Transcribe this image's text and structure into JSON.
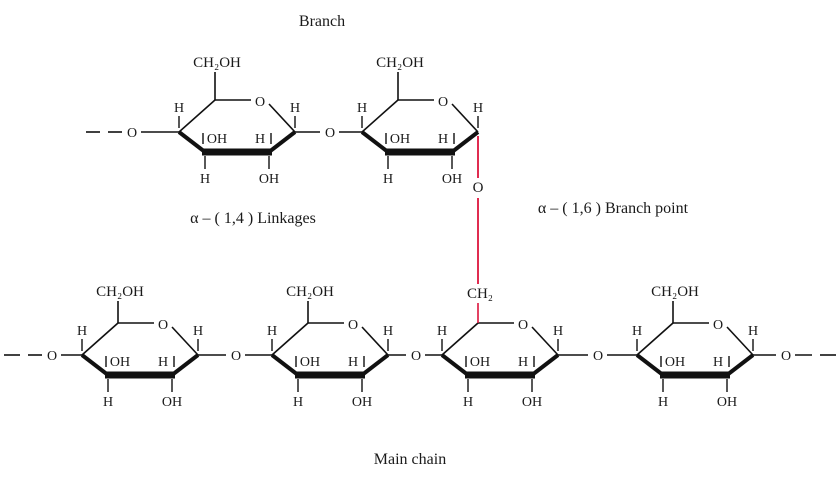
{
  "labels": {
    "branch": "Branch",
    "main_chain": "Main chain",
    "linkages_14": "α – ( 1,4 ) Linkages",
    "branch_point_16": "α – ( 1,6 ) Branch point"
  },
  "atoms": {
    "ch2oh": "CH₂OH",
    "ch2": "CH₂",
    "oxygen": "O",
    "hydrogen": "H",
    "hydroxyl": "OH"
  },
  "colors": {
    "ink": "#111111",
    "branch_bond": "#dc143c",
    "background": "#ffffff"
  },
  "structure": {
    "branch_row_ring_count": 2,
    "main_row_ring_count": 4,
    "branch_connects_to_main_ring_index": 3,
    "linkage_type_main": "alpha-1,4 glycosidic",
    "linkage_type_branch": "alpha-1,6 glycosidic"
  }
}
